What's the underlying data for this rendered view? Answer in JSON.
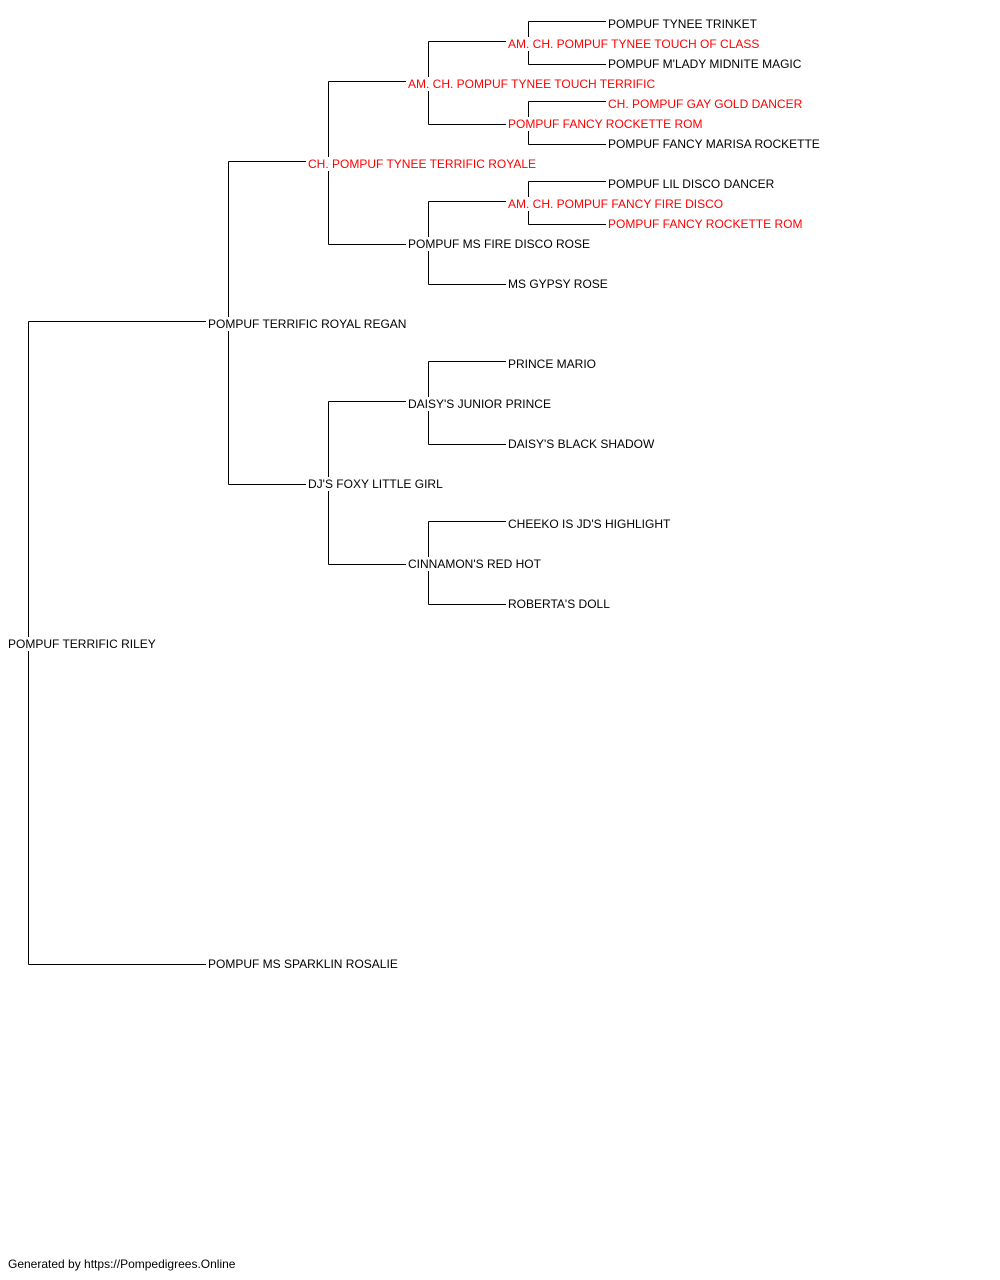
{
  "colors": {
    "champion": "#ff0000",
    "normal": "#000000",
    "line": "#000000"
  },
  "pedigree": {
    "subject": {
      "name": "POMPUF TERRIFIC RILEY",
      "champion": false
    },
    "sire": {
      "name": "POMPUF TERRIFIC ROYAL REGAN",
      "champion": false
    },
    "dam": {
      "name": "POMPUF MS SPARKLIN ROSALIE",
      "champion": false
    },
    "sire_sire": {
      "name": "CH. POMPUF TYNEE TERRIFIC ROYALE",
      "champion": true
    },
    "sire_dam": {
      "name": "DJ'S FOXY LITTLE GIRL",
      "champion": false
    },
    "sss": {
      "name": "AM. CH. POMPUF TYNEE TOUCH TERRIFIC",
      "champion": true
    },
    "ssd": {
      "name": "POMPUF MS FIRE DISCO ROSE",
      "champion": false
    },
    "sds": {
      "name": "DAISY'S JUNIOR PRINCE",
      "champion": false
    },
    "sdd": {
      "name": "CINNAMON'S RED HOT",
      "champion": false
    },
    "ssss": {
      "name": "AM. CH. POMPUF TYNEE TOUCH OF CLASS",
      "champion": true
    },
    "sssd": {
      "name": "POMPUF FANCY ROCKETTE ROM",
      "champion": true
    },
    "ssds": {
      "name": "AM. CH. POMPUF FANCY FIRE DISCO",
      "champion": true
    },
    "ssdd": {
      "name": "MS GYPSY ROSE",
      "champion": false
    },
    "sdss": {
      "name": "PRINCE MARIO",
      "champion": false
    },
    "sdsd": {
      "name": "DAISY'S BLACK SHADOW",
      "champion": false
    },
    "sdds": {
      "name": "CHEEKO IS JD'S HIGHLIGHT",
      "champion": false
    },
    "sddd": {
      "name": "ROBERTA'S DOLL",
      "champion": false
    },
    "sssss": {
      "name": "POMPUF TYNEE TRINKET",
      "champion": false
    },
    "ssssd": {
      "name": "POMPUF M'LADY MIDNITE MAGIC",
      "champion": false
    },
    "sssds": {
      "name": "CH. POMPUF GAY GOLD DANCER",
      "champion": true
    },
    "sssdd": {
      "name": "POMPUF FANCY MARISA ROCKETTE",
      "champion": false
    },
    "ssdss": {
      "name": "POMPUF LIL DISCO DANCER",
      "champion": false
    },
    "ssdsd": {
      "name": "POMPUF FANCY ROCKETTE ROM",
      "champion": true
    }
  },
  "footer": {
    "text": "Generated by https://Pompedigrees.Online"
  }
}
